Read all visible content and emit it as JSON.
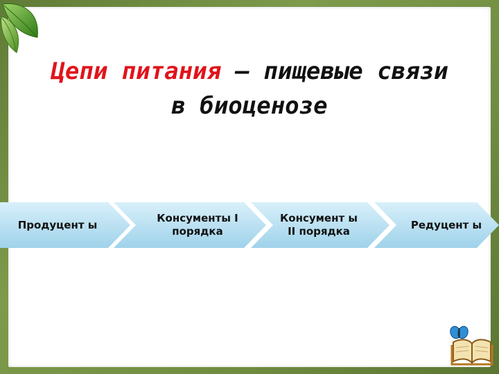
{
  "title": {
    "part1": "Цепи пит",
    "part2": "ания",
    "part3": " – пищевые связи",
    "line2": "в биоценозе"
  },
  "chain": [
    {
      "label": "Продуцент ы"
    },
    {
      "label": "Консументы I порядка"
    },
    {
      "label": "Консумент ы II порядка"
    },
    {
      "label": "Редуцент ы"
    }
  ],
  "colors": {
    "accent_red": "#e0141c",
    "frame_green": "#6f8c40",
    "stage_fill": "#bfe3f3"
  },
  "icons": [
    "leaf-icon",
    "book-icon",
    "butterfly-icon"
  ]
}
